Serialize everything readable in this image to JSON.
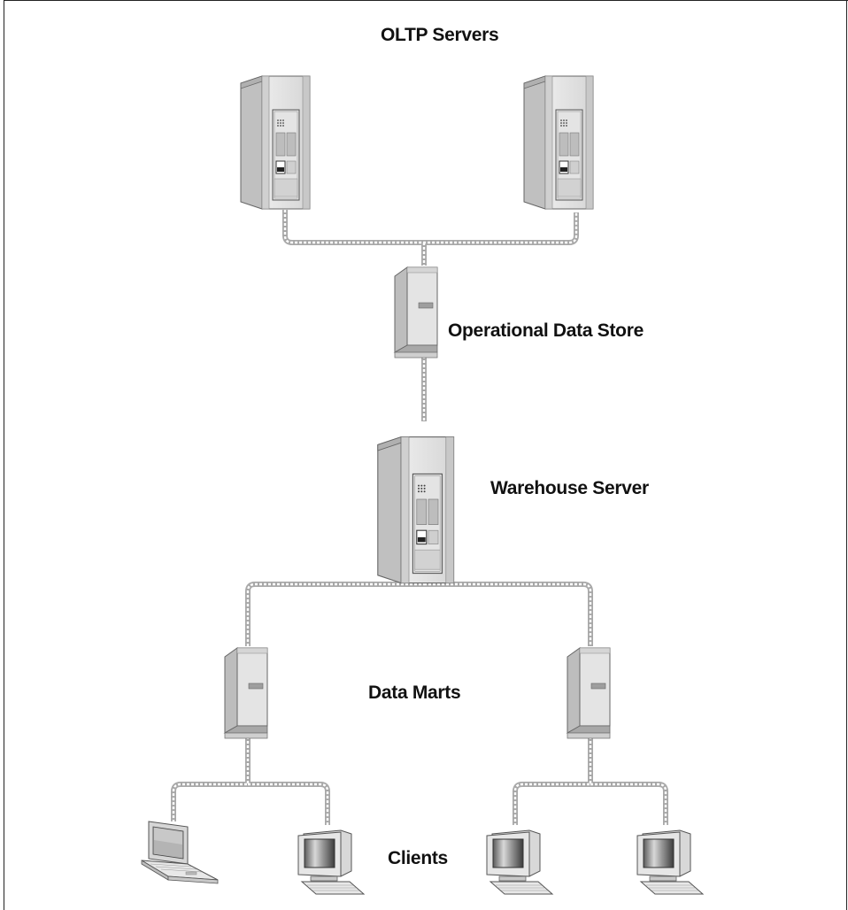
{
  "diagram": {
    "labels": {
      "oltp_servers": "OLTP Servers",
      "operational_data_store": "Operational Data Store",
      "warehouse_server": "Warehouse Server",
      "data_marts": "Data Marts",
      "clients": "Clients"
    },
    "nodes": [
      {
        "id": "oltp-1",
        "kind": "rack-server-icon"
      },
      {
        "id": "oltp-2",
        "kind": "rack-server-icon"
      },
      {
        "id": "ods",
        "kind": "tower-server-icon"
      },
      {
        "id": "warehouse",
        "kind": "rack-server-icon"
      },
      {
        "id": "mart-1",
        "kind": "tower-server-icon"
      },
      {
        "id": "mart-2",
        "kind": "tower-server-icon"
      },
      {
        "id": "client-1",
        "kind": "laptop-icon"
      },
      {
        "id": "client-2",
        "kind": "desktop-computer-icon"
      },
      {
        "id": "client-3",
        "kind": "desktop-computer-icon"
      },
      {
        "id": "client-4",
        "kind": "desktop-computer-icon"
      }
    ],
    "edges": [
      [
        "oltp-1",
        "ods"
      ],
      [
        "oltp-2",
        "ods"
      ],
      [
        "ods",
        "warehouse"
      ],
      [
        "warehouse",
        "mart-1"
      ],
      [
        "warehouse",
        "mart-2"
      ],
      [
        "mart-1",
        "client-1"
      ],
      [
        "mart-1",
        "client-2"
      ],
      [
        "mart-2",
        "client-3"
      ],
      [
        "mart-2",
        "client-4"
      ]
    ],
    "colors": {
      "cable_outer": "#a8a8a8",
      "cable_inner": "#ffffff",
      "device_light": "#e2e2e2",
      "device_mid": "#c4c4c4",
      "device_dark": "#8e8e8e",
      "outline": "#555555",
      "label_text": "#111111"
    }
  }
}
